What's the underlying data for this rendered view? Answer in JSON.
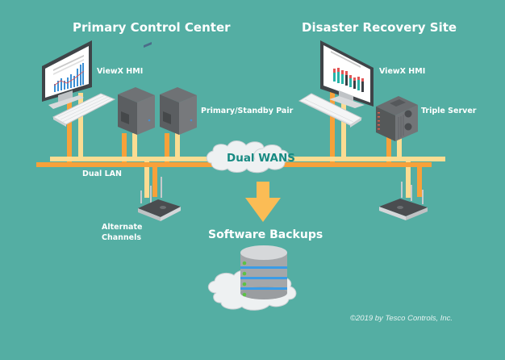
{
  "diagram": {
    "colors": {
      "background": "#54aea3",
      "lan_primary": "#f7a13a",
      "lan_secondary": "#fbdc92",
      "arrow": "#fbbc55",
      "cloud": "#eef1f2",
      "cloud_text": "#178a82",
      "label_text": "#ffffff"
    },
    "sites": {
      "primary": {
        "title": "Primary Control Center",
        "hmi_label": "ViewX HMI",
        "server_label": "Primary/Standby Pair"
      },
      "recovery": {
        "title": "Disaster Recovery Site",
        "hmi_label": "ViewX HMI",
        "server_label": "Triple Server"
      }
    },
    "network": {
      "lan_label": "Dual LAN",
      "wan_label": "Dual WANS",
      "alternate_line1": "Alternate",
      "alternate_line2": "Channels"
    },
    "backups": {
      "label": "Software Backups"
    },
    "copyright": "©2019 by Tesco Controls, Inc."
  }
}
